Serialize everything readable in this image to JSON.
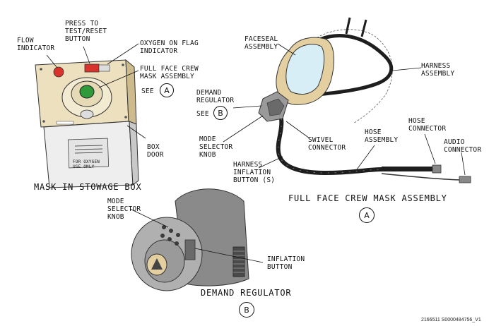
{
  "labels": {
    "flow_indicator": "FLOW\nINDICATOR",
    "press_to_test": "PRESS TO\nTEST/RESET\nBUTTON",
    "oxygen_flag": "OXYGEN ON FLAG\nINDICATOR",
    "full_face_crew": "FULL FACE CREW\nMASK ASSEMBLY",
    "see_a": "SEE",
    "see_a_letter": "A",
    "box_door": "BOX\nDOOR",
    "faceseal": "FACESEAL\nASSEMBLY",
    "harness_assembly": "HARNESS\nASSEMBLY",
    "demand_regulator": "DEMAND\nREGULATOR",
    "see_b": "SEE",
    "see_b_letter": "B",
    "mode_selector_top": "MODE\nSELECTOR\nKNOB",
    "swivel_connector": "SWIVEL\nCONNECTOR",
    "hose_assembly": "HOSE\nASSEMBLY",
    "hose_connector": "HOSE\nCONNECTOR",
    "audio_connector": "AUDIO\nCONNECTOR",
    "harness_inflation": "HARNESS\nINFLATION\nBUTTON (S)",
    "mode_selector_bottom": "MODE\nSELECTOR\nKNOB",
    "inflation_button": "INFLATION\nBUTTON",
    "placard": "FOR OXYGEN\nUSE ONLY"
  },
  "captions": {
    "stowage": "MASK IN STOWAGE BOX",
    "full_face": "FULL FACE CREW MASK ASSEMBLY",
    "full_face_letter": "A",
    "demand": "DEMAND REGULATOR",
    "demand_letter": "B"
  },
  "reference_id": "2166511 S0000484756_V1",
  "colors": {
    "tan": "#e8d9b3",
    "tan_dark": "#c8b48a",
    "flow_red": "#d9342b",
    "green_indicator": "#2f9a3a",
    "gray_body": "#8a8a8a",
    "gray_dark": "#4a4a4a",
    "hose_black": "#1e1e1e",
    "visor_blue": "#d8eef6"
  }
}
